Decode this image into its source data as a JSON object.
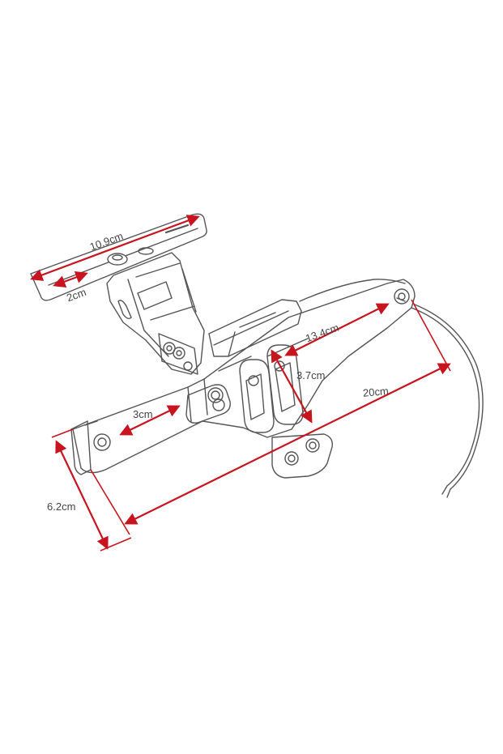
{
  "diagram": {
    "colors": {
      "dimension": "#c8141e",
      "outline": "#555555",
      "label": "#444444"
    },
    "dimensions": [
      {
        "id": "top-plate-width",
        "label": "10.9cm"
      },
      {
        "id": "slot-width",
        "label": "2cm"
      },
      {
        "id": "arm-length",
        "label": "13.4cm"
      },
      {
        "id": "slot-height",
        "label": "3.7cm"
      },
      {
        "id": "overall-length",
        "label": "20cm"
      },
      {
        "id": "side-slot-length",
        "label": "3cm"
      },
      {
        "id": "mount-height",
        "label": "6.2cm"
      }
    ]
  }
}
